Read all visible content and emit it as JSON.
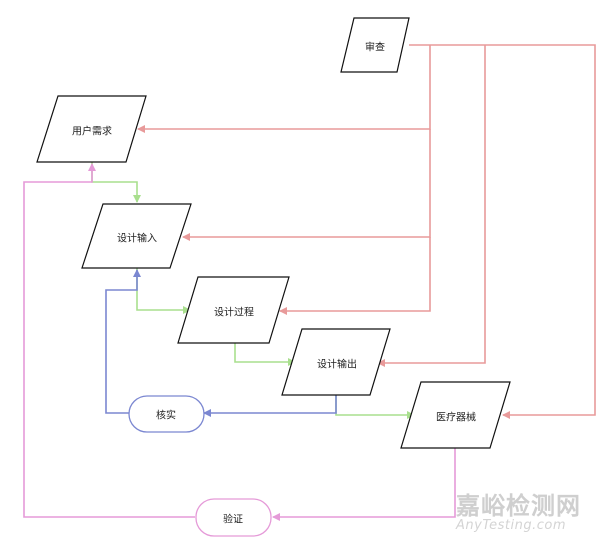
{
  "nodes": {
    "review": "审查",
    "user_needs": "用户需求",
    "design_input": "设计输入",
    "design_process": "设计过程",
    "design_output": "设计输出",
    "medical_device": "医疗器械",
    "verification": "核实",
    "validation": "验证"
  },
  "colors": {
    "review_edges": "#e89a9a",
    "process_edges": "#a9df8e",
    "verification_edge": "#7b87d1",
    "validation_edges": "#e59ad8"
  },
  "watermark": {
    "brand_cn": "嘉峪检测网",
    "brand_en": "AnyTesting.com"
  }
}
